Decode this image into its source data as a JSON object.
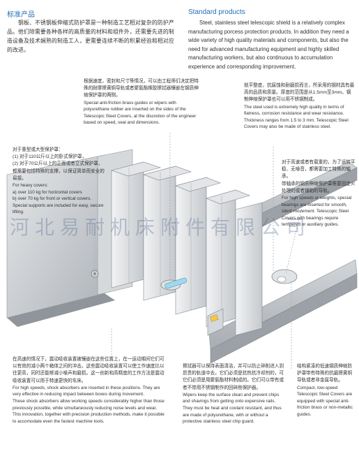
{
  "left": {
    "title": "标准产品",
    "paragraph": "钢板、不锈钢板伸缩式防护罩是一种制造工艺相对复杂的防护产品。他们除需要各种各样的高质量的材料和组件外，还需要先进的制造设备及技术娴熟的制造工人，更需要连续不断的积累经验和相对应的改进。"
  },
  "right": {
    "title": "Standard products",
    "paragraph": "Steel, stainless steel telescopic shield is a relatively complex manufacturing porcess protection products. In addition they need a wide variety of high quality materials and components, but also the need for advanced manufacturing equipment and highly skilled manufacturing workers, but also continuous to accumulation experience and corresponding improvement."
  },
  "callouts": {
    "guides": {
      "cn": "根据速度，密封和尺寸等情况，可以由工程师们决定把特殊的耐摩擦黄铜导轨或者聚氨酯橡胶擦拭器镶嵌在钢质伸缩保护罩的两侧。",
      "en": "Special anti-friction brass guides or wipers with polyurethane rubber are inserted on the sides of the Telescopic Steel Covers, at the discretion of the engineer based on speed, seal and dimensions."
    },
    "steel": {
      "cn": "就平整度，抗腐蚀和耐磨损而言，所采用的钢材具有最高的品质和质量。厚度的范围是从1.5mm至3mm。钢制伸缩保护罩也可以用不锈钢制成。",
      "en": "The steel used is extremely high quality in terms of flatness, corrosion resistance and wear resistance. Thickness ranges from 1.5 to 3 mm. Telescopic Steel Covers may also be made of stainless steel."
    },
    "heavy": {
      "cn_intro": "对于重型或大型保护罩：",
      "cn_item1": "(1) 对于110公斤以上的卧式保护罩，",
      "cn_item2": "(2) 对于70公斤以上的正面或者立式保护罩，都需要包括特殊的支撑，以保证简单而安全的易拔。",
      "en_intro": "For heavy covers:",
      "en_item1": "a) over 110 kg for horizontal covers",
      "en_item2": "b) over 70 kg for front or vertical covers.",
      "en_note": "Special supports are included for easy, secure lifting."
    },
    "speed": {
      "cn1": "对于高速或者有载重的，为了运转平稳、无噪音，都需要加工特殊的轴承。",
      "cn2": "带轴承的钢质伸缩保护罩需要固定火处理的或者辅助的导轨。",
      "en": "For high speeds or weights, special bearings are inserted for smooth, silent movement. Telescopic Steel Covers with bearings require tempered or auxiliary guides."
    },
    "absorbers": {
      "cn": "在高速的情况下，震动吸收装置被镶嵌在这些位置上，在一运动期间它们可以有效的减小两个箱体之间的冲击。这些震动吸收装置可以使工作速度比以往更高，同时还能够减小噪声和磨损。这一创新和高精度的工作方法是震动吸收装置可以用于特速更快的车床。",
      "en1": "For high speeds, shock absorbers are inserted in these positions. They are very effective in reducing impact between boxes during movement.",
      "en2": "These shock absorbers allow working speeds considerably higher than those previously possible, while simultaneously reducing noise levels and wear.",
      "en3": "This innovation, together with precision production methods, make it possible to accomodate even the fastest machine tools."
    },
    "wipers": {
      "cn": "擦拭器可以保持表面清洁，并可以防止碎削进入到昂贵的轨道中去。它们必须是抗热抗冷却剂的，可它们必须是用聚氨酯材料制成的。它们可以带有或者不带用不锈钢制作的回碎削保护器。",
      "en1": "Wipers keep the surface clean and prevent chips and shavings from getting onto expensive rails.",
      "en2": "They must be heat and coolant resistant, and thus are made of polyurethane, with or without a protective stainless steel chip guard."
    },
    "compact": {
      "cn": "结构紧凑的低速钢质伸缩防护罩带有特殊的抗磨擦黄铜导轨或者非金属导轨。",
      "en": "Compact, low-speed Telescopic Steel Covers are equipped with special anti-friction brass or non-metallic guides."
    }
  },
  "watermark": "河北易耐机床附件有限公司",
  "colors": {
    "heading": "#1f6fb5",
    "body_text": "#333333",
    "rail": "#b4b8bd",
    "cover_light": "#eceef0",
    "cover_mid": "#c9ccd0",
    "cover_dark": "#9ea3a9",
    "wiper_blue": "#9fd9ef"
  }
}
